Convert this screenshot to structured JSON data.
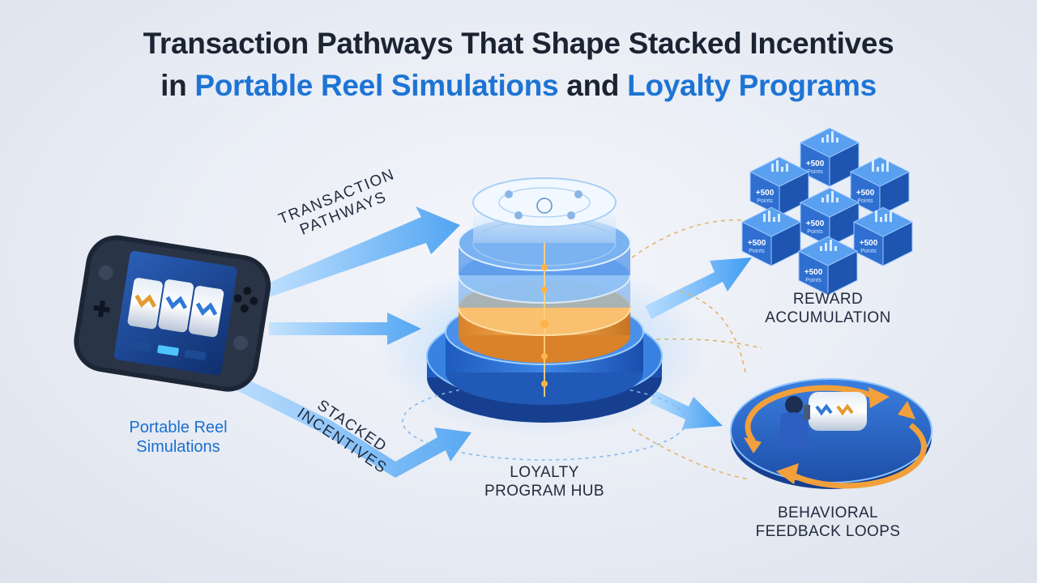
{
  "title": {
    "line1": "Transaction Pathways That Shape Stacked Incentives",
    "line2_prefix": "in ",
    "line2_accent1": "Portable Reel Simulations",
    "line2_middle": " and ",
    "line2_accent2": "Loyalty Programs"
  },
  "labels": {
    "device": [
      "Portable Reel",
      "Simulations"
    ],
    "hub": [
      "LOYALTY",
      "PROGRAM HUB"
    ],
    "reward": [
      "REWARD",
      "ACCUMULATION"
    ],
    "feedback": [
      "BEHAVIORAL",
      "FEEDBACK LOOPS"
    ],
    "transaction": [
      "TRANSACTION",
      "PATHWAYS"
    ],
    "stacked": [
      "STACKED",
      "INCENTIVES"
    ]
  },
  "cube_texts": [
    "+500",
    "Points"
  ],
  "colors": {
    "accent": "#1d74d4",
    "arrow": "#4aa8f5",
    "hub_orange": "#f2a03c",
    "cube_blue": "#2f6fd0",
    "dark": "#1b2433"
  }
}
